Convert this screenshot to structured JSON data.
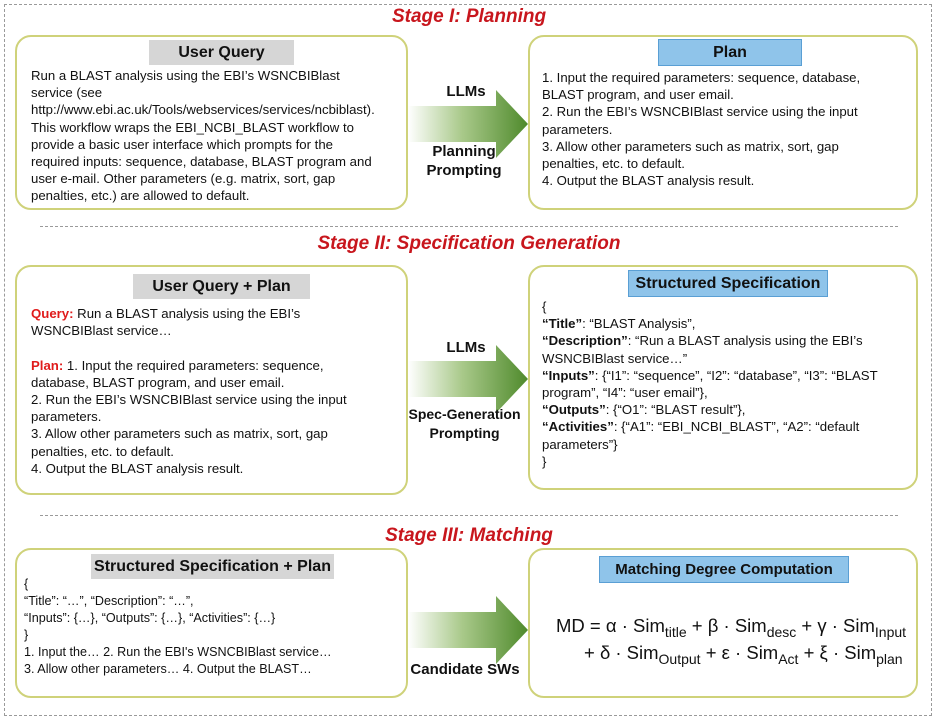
{
  "stages": {
    "s1_title": "Stage I: Planning",
    "s2_title": "Stage II: Specification Generation",
    "s3_title": "Stage III: Matching"
  },
  "stage1": {
    "left_header": "User Query",
    "left_text": [
      "Run a BLAST analysis using the EBI’s WSNCBIBlast",
      "service (see",
      "http://www.ebi.ac.uk/Tools/webservices/services/ncbiblast).",
      "This workflow wraps the EBI_NCBI_BLAST workflow to",
      "provide a basic user interface which prompts for the",
      "required inputs: sequence, database, BLAST program and",
      "user e-mail. Other parameters (e.g. matrix, sort, gap",
      "penalties, etc.) are allowed to default."
    ],
    "arrow_top": "LLMs",
    "arrow_bottom_1": "Planning",
    "arrow_bottom_2": "Prompting",
    "right_header": "Plan",
    "right_text": [
      "1. Input the required parameters: sequence, database,",
      "BLAST program, and user email.",
      "2. Run the EBI’s WSNCBIBlast service using the input",
      "parameters.",
      "3. Allow other parameters such as matrix, sort, gap",
      "penalties, etc. to default.",
      "4. Output the BLAST analysis result."
    ]
  },
  "stage2": {
    "left_header": "User Query + Plan",
    "query_label": "Query:",
    "query_line1": " Run a BLAST analysis using the EBI’s",
    "query_line2": "WSNCBIBlast service…",
    "plan_label": "Plan:",
    "plan_line1": " 1. Input the required parameters: sequence,",
    "plan_lines": [
      "database, BLAST program, and user email.",
      "2. Run the EBI’s WSNCBIBlast service using the input",
      "parameters.",
      "3. Allow other parameters such as matrix, sort, gap",
      "penalties, etc. to default.",
      "4. Output the BLAST analysis result."
    ],
    "arrow_top": "LLMs",
    "arrow_bottom_1": "Spec-Generation",
    "arrow_bottom_2": "Prompting",
    "right_header": "Structured Specification",
    "spec": {
      "open": "{",
      "title_key": "“Title”",
      "title_val": ": “BLAST Analysis”,",
      "desc_key": "“Description”",
      "desc_val": ": “Run a BLAST analysis using the EBI’s",
      "desc_val2": "WSNCBIBlast service…”",
      "inputs_key": "“Inputs”",
      "inputs_val": ": {“I1”: “sequence”, “I2”: “database”, “I3”: “BLAST",
      "inputs_val2": "program”, “I4”: “user email”},",
      "outputs_key": "“Outputs”",
      "outputs_val": ": {“O1”: “BLAST result”},",
      "activities_key": "“Activities”",
      "activities_val": ": {“A1”: “EBI_NCBI_BLAST”, “A2”: “default",
      "activities_val2": "parameters”}",
      "close": "}"
    }
  },
  "stage3": {
    "left_header": "Structured Specification + Plan",
    "left_text": [
      "{",
      "“Title”: “…”, “Description”: “…”,",
      "“Inputs”: {…}, “Outputs”: {…}, “Activities”: {…}",
      "}",
      "1. Input the… 2. Run the EBI's WSNCBIBlast service…",
      "3. Allow other parameters… 4. Output the BLAST…"
    ],
    "arrow_label": "Candidate SWs",
    "right_header": "Matching Degree Computation",
    "formula": {
      "md": "MD = α · Sim",
      "sub_title": "title",
      "t2": " + β · Sim",
      "sub_desc": "desc",
      "t3": " + γ · Sim",
      "sub_input": "Input",
      "t4": "+ δ · Sim",
      "sub_output": "Output",
      "t5": " + ε · Sim",
      "sub_act": "Act",
      "t6": " + ξ · Sim",
      "sub_plan": "plan"
    }
  },
  "colors": {
    "stage_title": "#c8161d",
    "box_border": "#cfd27a",
    "arrow_green": "#4f8a2c",
    "header_grey": "#d6d6d6",
    "header_blue": "#8fc4ea"
  }
}
